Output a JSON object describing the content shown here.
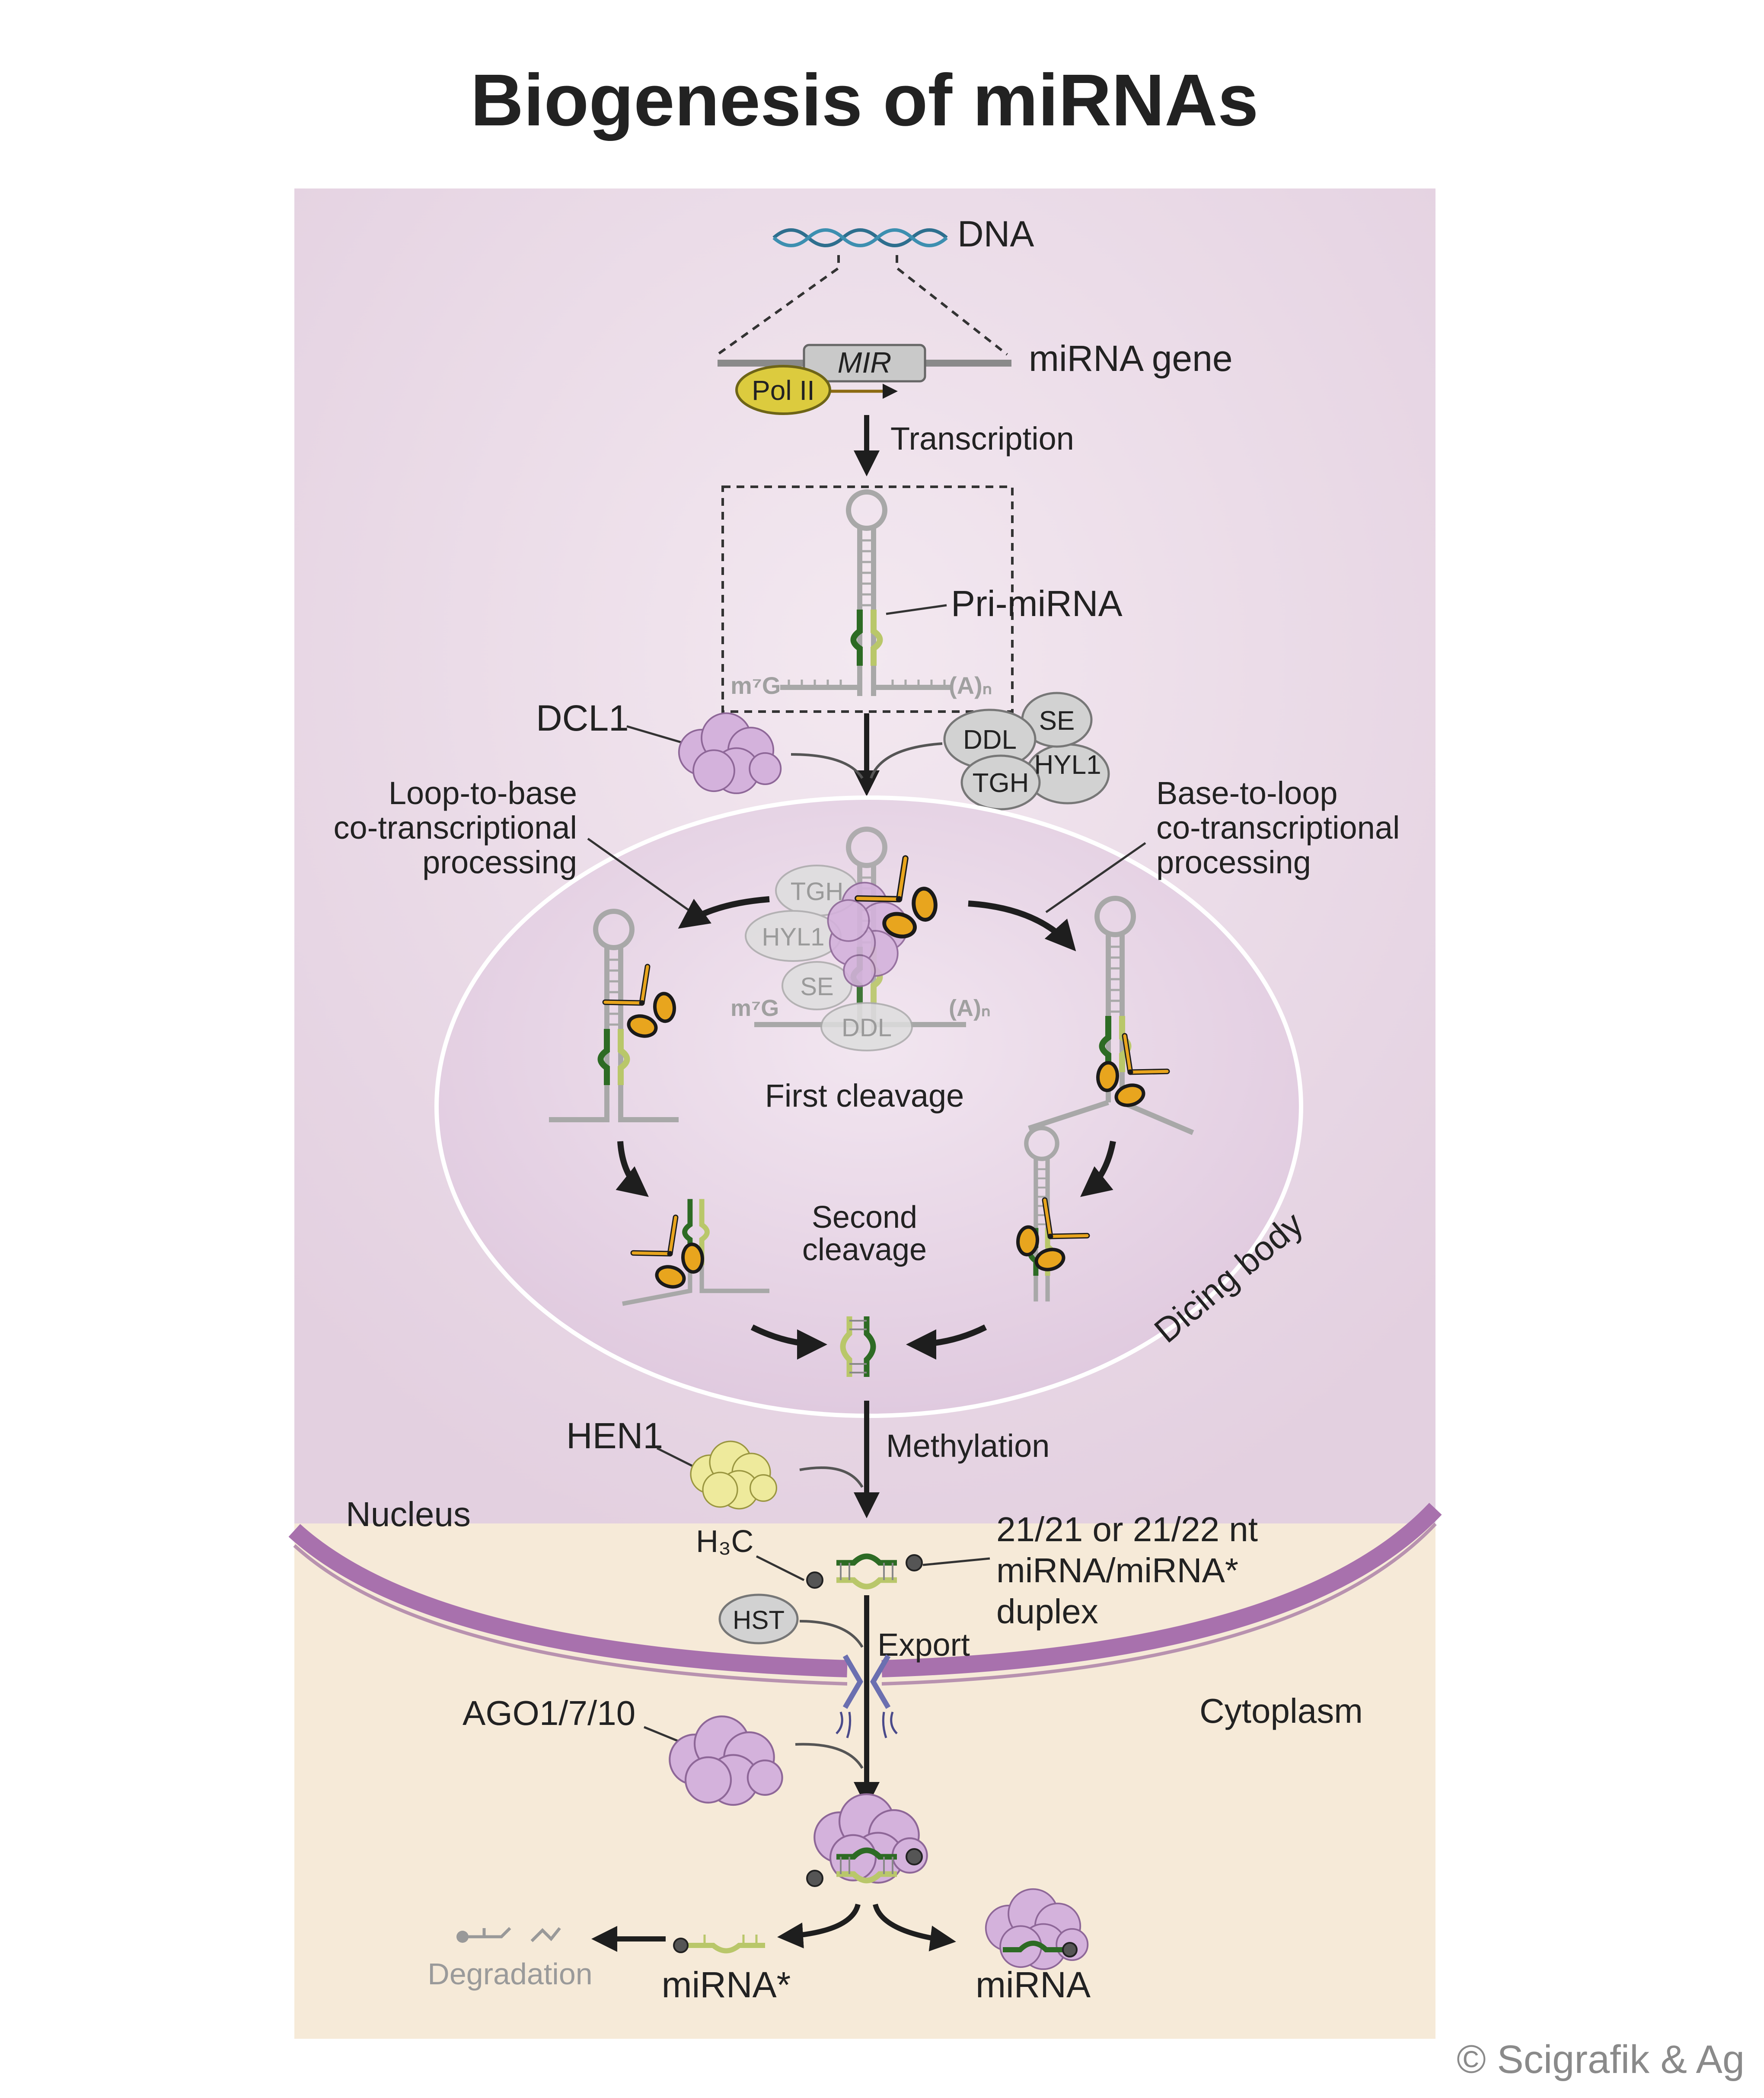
{
  "title": "Biogenesis of miRNAs",
  "credit": "© Scigrafik & Ag",
  "colors": {
    "nucleus_bg": "#ecdde8",
    "cytoplasm_bg": "#f6ead8",
    "membrane": "#a871ad",
    "dicing_body": "#e6d4e4",
    "protein": "#d4b2dc",
    "hen1": "#eeea9c",
    "pol2": "#dccb3e",
    "mirna_strand": "#2d6b24",
    "mirna_star_strand": "#b9c76a",
    "scissors": "#e8a51e",
    "rna_gray": "#a8a8a8"
  },
  "labels": {
    "dna": "DNA",
    "mir": "MIR",
    "mirna_gene": "miRNA gene",
    "pol2": "Pol II",
    "transcription": "Transcription",
    "pri_mirna": "Pri-miRNA",
    "m7g": "m⁷G",
    "polya": "(A)ₙ",
    "dcl1": "DCL1",
    "ddl": "DDL",
    "se": "SE",
    "tgh": "TGH",
    "hyl1": "HYL1",
    "loop_to_base": [
      "Loop-to-base",
      "co-transcriptional",
      "processing"
    ],
    "base_to_loop": [
      "Base-to-loop",
      "co-transcriptional",
      "processing"
    ],
    "first_cleavage": "First cleavage",
    "second_cleavage": [
      "Second",
      "cleavage"
    ],
    "dicing_body": "Dicing body",
    "hen1": "HEN1",
    "methylation": "Methylation",
    "nucleus": "Nucleus",
    "h3c": "H₃C",
    "duplex": [
      "21/21 or 21/22 nt",
      "miRNA/miRNA*",
      "duplex"
    ],
    "hst": "HST",
    "export": "Export",
    "cytoplasm": "Cytoplasm",
    "ago": "AGO1/7/10",
    "degradation": "Degradation",
    "mirna_star": "miRNA*",
    "mirna": "miRNA"
  }
}
